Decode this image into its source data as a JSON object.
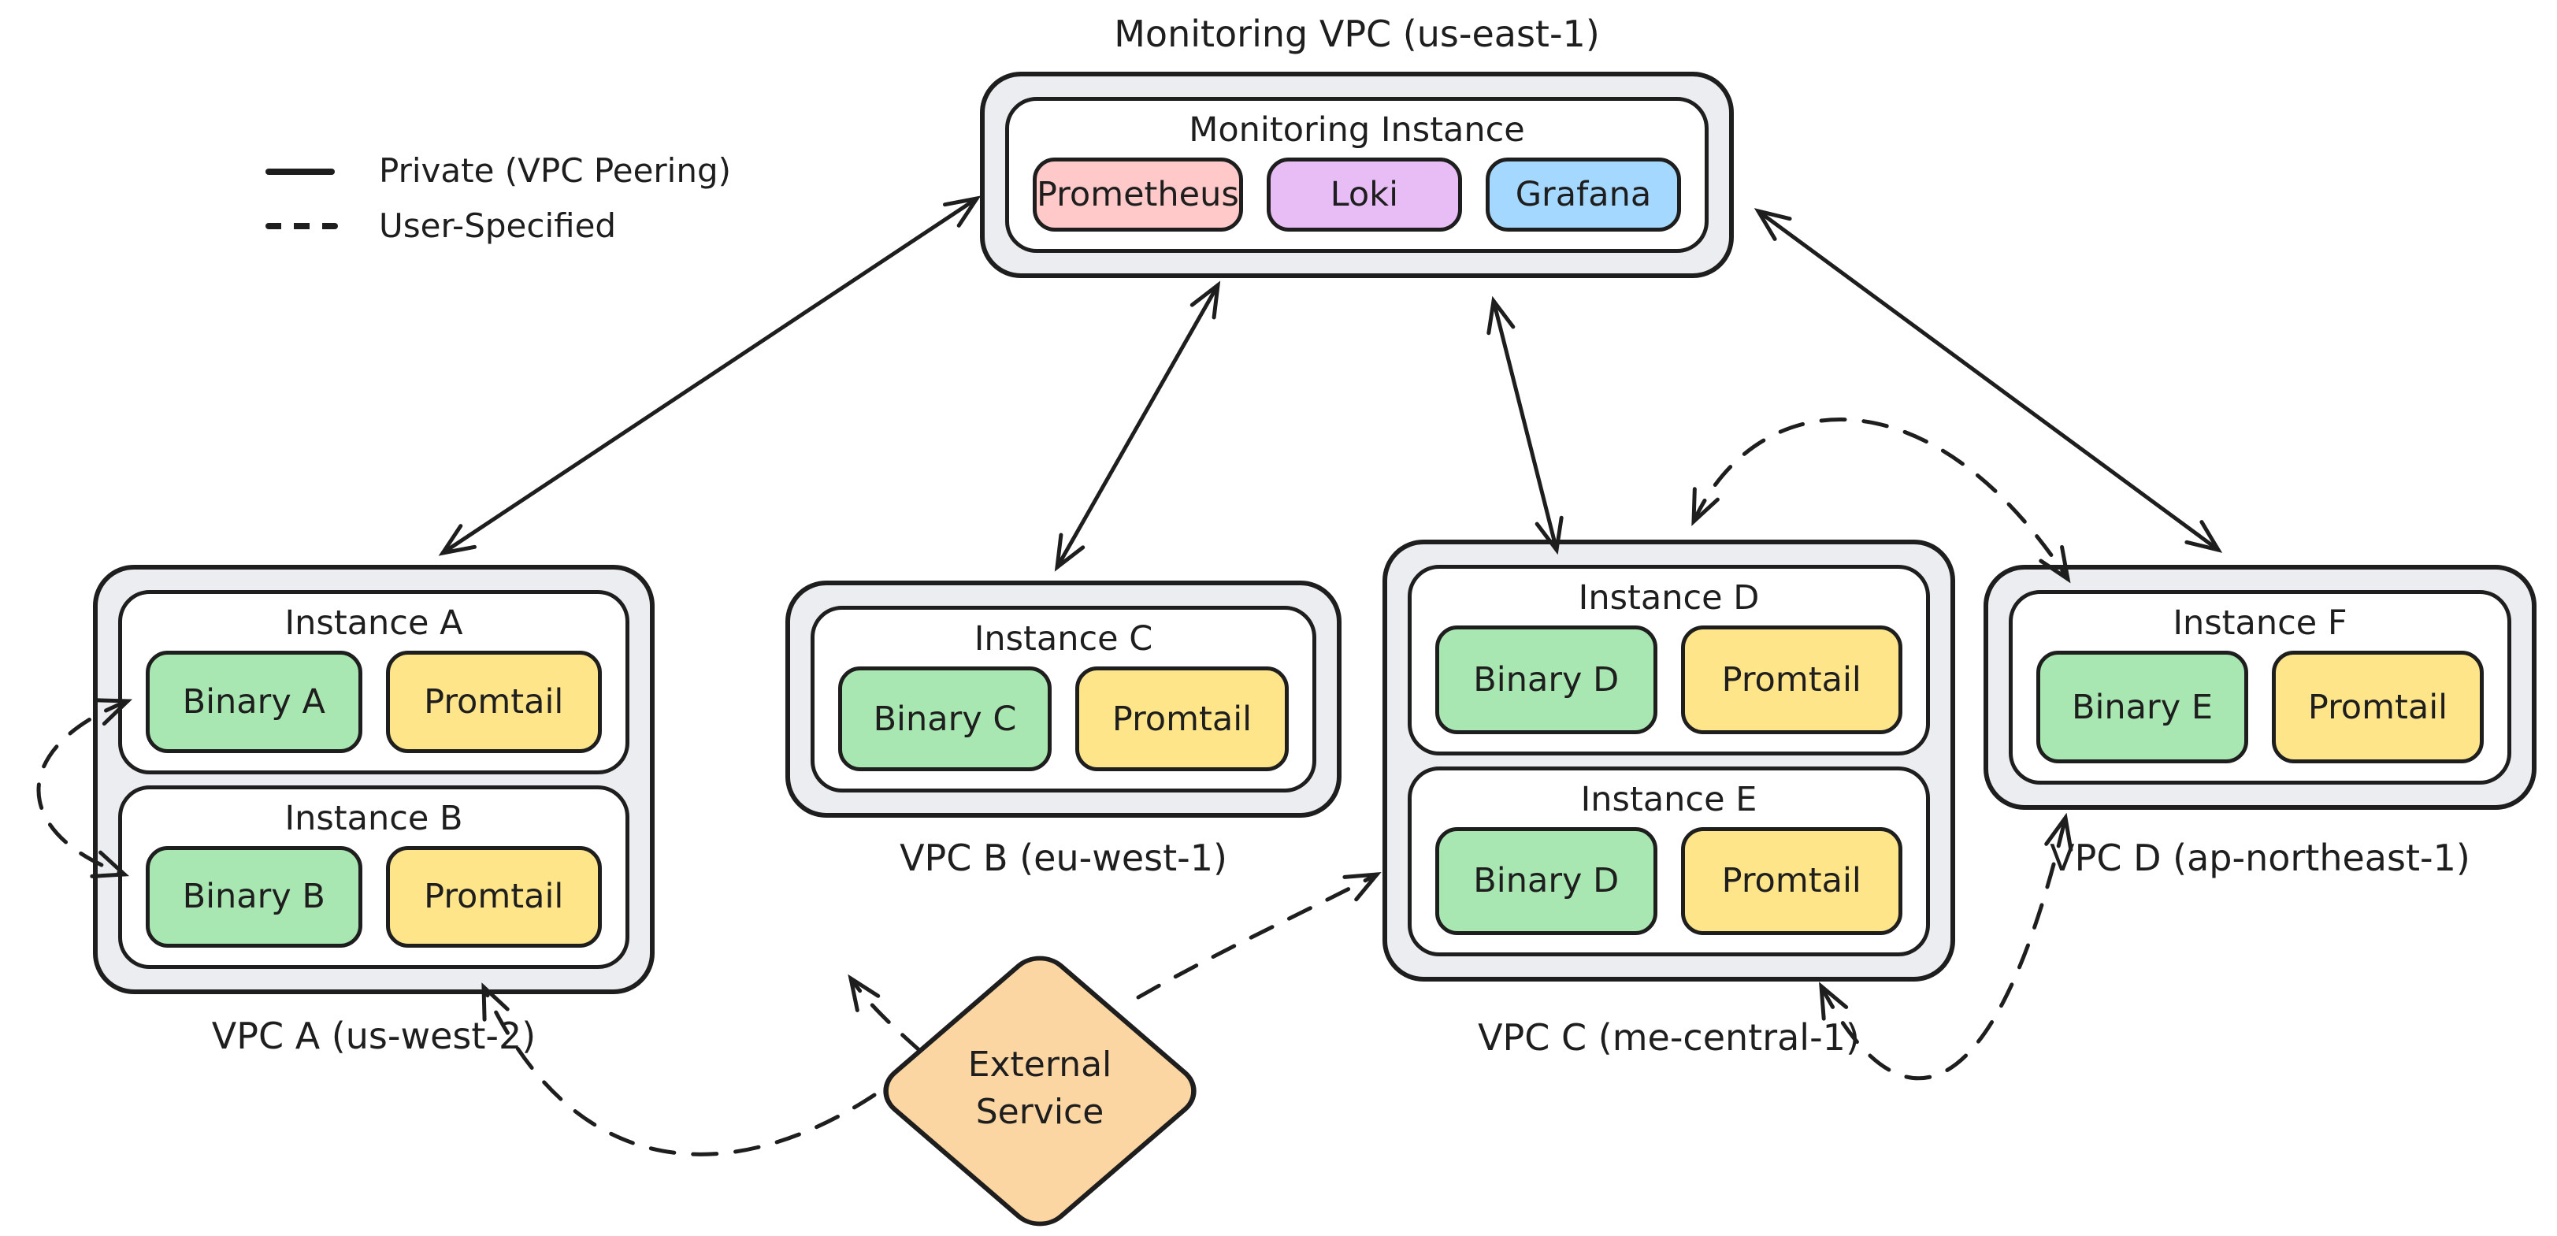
{
  "title": "Monitoring VPC (us-east-1)",
  "legend": {
    "private_label": "Private (VPC Peering)",
    "user_label": "User-Specified"
  },
  "monitoring": {
    "vpc_label": "Monitoring VPC (us-east-1)",
    "instance_label": "Monitoring Instance",
    "components": [
      {
        "name": "Prometheus",
        "color": "#ffc9c9"
      },
      {
        "name": "Loki",
        "color": "#e8bdf5"
      },
      {
        "name": "Grafana",
        "color": "#a5d8ff"
      }
    ]
  },
  "vpcs": [
    {
      "label": "VPC A (us-west-2)",
      "instances": [
        {
          "label": "Instance A",
          "components": [
            {
              "name": "Binary A",
              "color": "#a8e7b1"
            },
            {
              "name": "Promtail",
              "color": "#ffe58a"
            }
          ]
        },
        {
          "label": "Instance B",
          "components": [
            {
              "name": "Binary B",
              "color": "#a8e7b1"
            },
            {
              "name": "Promtail",
              "color": "#ffe58a"
            }
          ]
        }
      ]
    },
    {
      "label": "VPC B (eu-west-1)",
      "instances": [
        {
          "label": "Instance C",
          "components": [
            {
              "name": "Binary C",
              "color": "#a8e7b1"
            },
            {
              "name": "Promtail",
              "color": "#ffe58a"
            }
          ]
        }
      ]
    },
    {
      "label": "VPC C (me-central-1)",
      "instances": [
        {
          "label": "Instance D",
          "components": [
            {
              "name": "Binary D",
              "color": "#a8e7b1"
            },
            {
              "name": "Promtail",
              "color": "#ffe58a"
            }
          ]
        },
        {
          "label": "Instance E",
          "components": [
            {
              "name": "Binary D",
              "color": "#a8e7b1"
            },
            {
              "name": "Promtail",
              "color": "#ffe58a"
            }
          ]
        }
      ]
    },
    {
      "label": "VPC D (ap-northeast-1)",
      "instances": [
        {
          "label": "Instance F",
          "components": [
            {
              "name": "Binary E",
              "color": "#a8e7b1"
            },
            {
              "name": "Promtail",
              "color": "#ffe58a"
            }
          ]
        }
      ]
    }
  ],
  "external_service": {
    "line1": "External",
    "line2": "Service",
    "color": "#fcd6a2"
  },
  "colors": {
    "stroke": "#1e1e1e",
    "vpc_fill": "#ebedf0",
    "instance_fill": "#ffffff",
    "background": "#ffffff"
  },
  "connections": [
    {
      "from": "Monitoring Instance",
      "to": "VPC A",
      "type": "Private (VPC Peering)",
      "bidirectional": true
    },
    {
      "from": "Monitoring Instance",
      "to": "VPC B",
      "type": "Private (VPC Peering)",
      "bidirectional": true
    },
    {
      "from": "Monitoring Instance",
      "to": "VPC C",
      "type": "Private (VPC Peering)",
      "bidirectional": true
    },
    {
      "from": "Monitoring Instance",
      "to": "VPC D",
      "type": "Private (VPC Peering)",
      "bidirectional": true
    },
    {
      "from": "Instance A",
      "to": "Instance B",
      "type": "User-Specified",
      "bidirectional": true
    },
    {
      "from": "VPC C / Instance D",
      "to": "VPC D / Instance F",
      "type": "User-Specified",
      "bidirectional": true
    },
    {
      "from": "VPC C / Instance E",
      "to": "VPC D / Instance F",
      "type": "User-Specified",
      "bidirectional": true
    },
    {
      "from": "External Service",
      "to": "VPC A / Instance B",
      "type": "User-Specified",
      "bidirectional": false
    },
    {
      "from": "External Service",
      "to": "VPC B / Instance C",
      "type": "User-Specified",
      "bidirectional": false
    },
    {
      "from": "External Service",
      "to": "VPC C / Instance E",
      "type": "User-Specified",
      "bidirectional": false
    }
  ]
}
